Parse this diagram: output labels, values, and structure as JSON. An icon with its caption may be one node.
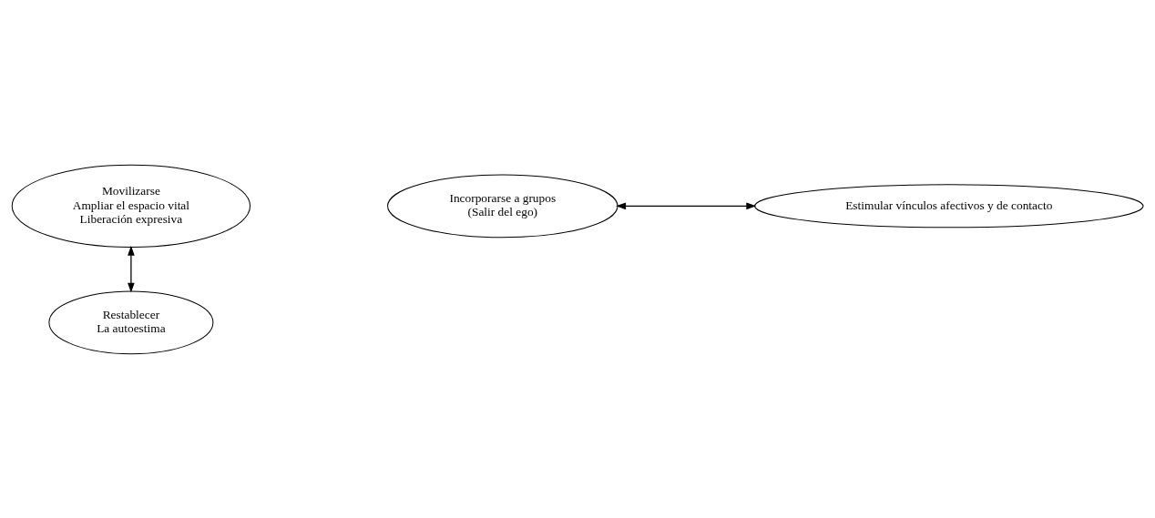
{
  "diagram": {
    "nodes": [
      {
        "text": [
          "Movilizarse",
          "Ampliar el espacio vital",
          "Liberación expresiva"
        ]
      },
      {
        "text": [
          "Incorporarse a grupos",
          "(Salir del ego)"
        ]
      },
      {
        "text": [
          "Estimular vínculos afectivos y de contacto"
        ]
      },
      {
        "text": [
          "Restablecer",
          "La autoestima"
        ]
      }
    ],
    "edges": [
      {
        "from": 0,
        "to": 3,
        "arrow": "both"
      },
      {
        "from": 1,
        "to": 2,
        "arrow": "both"
      }
    ]
  }
}
